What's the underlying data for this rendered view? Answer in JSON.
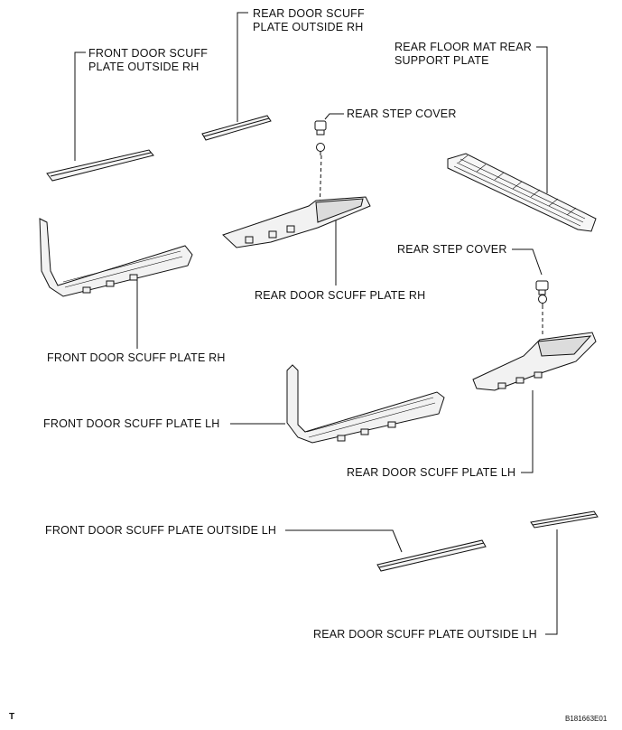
{
  "labels": {
    "rear_door_scuff_outside_rh_1": "REAR DOOR SCUFF",
    "rear_door_scuff_outside_rh_2": "PLATE OUTSIDE RH",
    "front_door_scuff_outside_rh_1": "FRONT DOOR SCUFF",
    "front_door_scuff_outside_rh_2": "PLATE OUTSIDE RH",
    "rear_floor_mat_1": "REAR FLOOR MAT REAR",
    "rear_floor_mat_2": "SUPPORT PLATE",
    "rear_step_cover_top": "REAR STEP COVER",
    "rear_door_scuff_rh": "REAR DOOR SCUFF PLATE RH",
    "rear_step_cover_mid": "REAR STEP COVER",
    "front_door_scuff_rh": "FRONT DOOR SCUFF PLATE RH",
    "front_door_scuff_lh": "FRONT DOOR SCUFF PLATE LH",
    "rear_door_scuff_lh": "REAR DOOR SCUFF PLATE LH",
    "front_door_scuff_outside_lh": "FRONT DOOR SCUFF PLATE OUTSIDE LH",
    "rear_door_scuff_outside_lh": "REAR DOOR SCUFF PLATE OUTSIDE LH"
  },
  "corner_mark": "T",
  "figure_code": "B181663E01"
}
